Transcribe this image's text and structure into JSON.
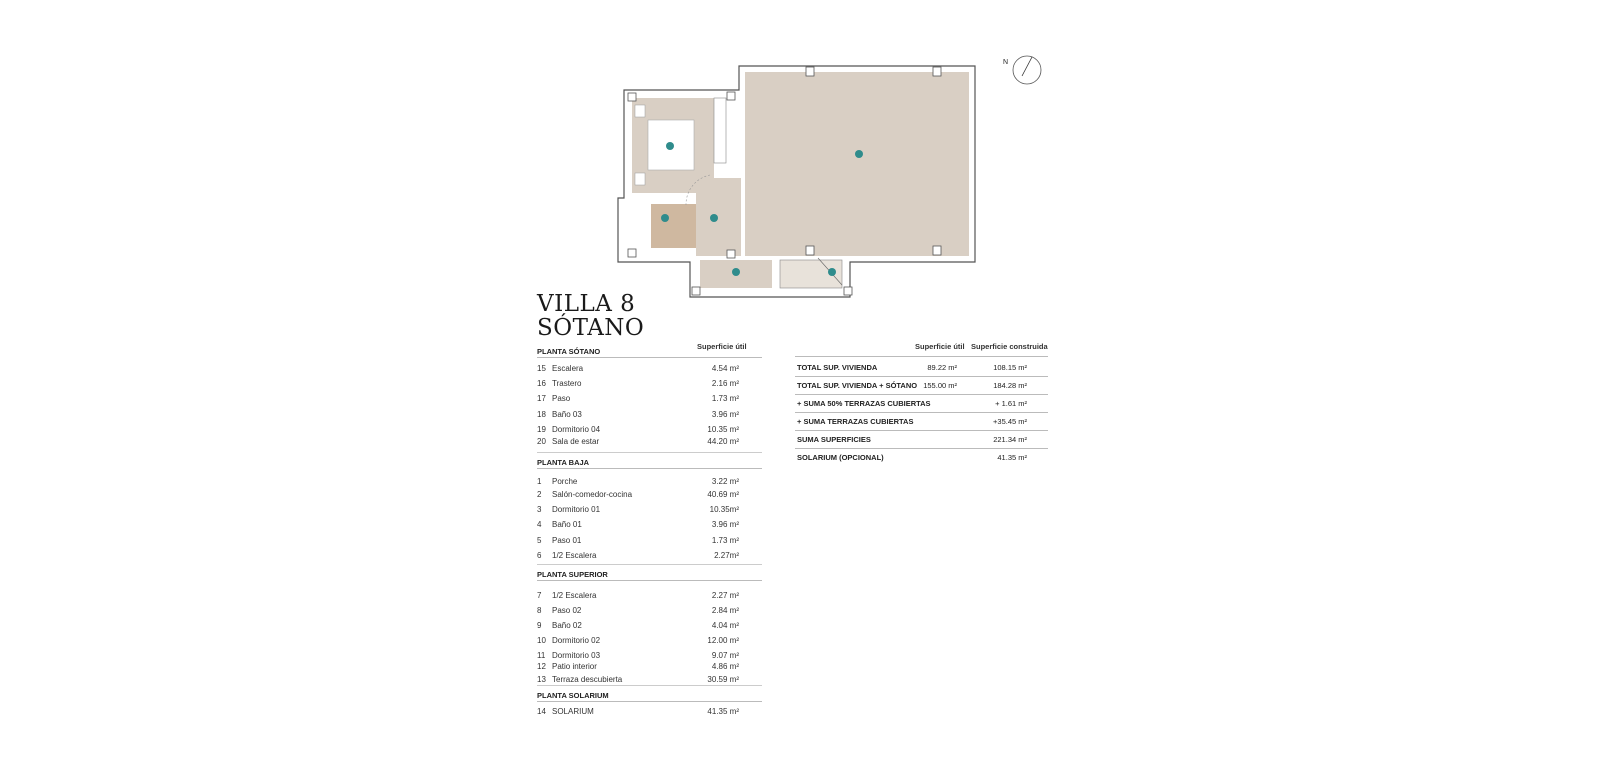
{
  "plan": {
    "north_label": "N",
    "rooms": [
      {
        "id": "15"
      },
      {
        "id": "16"
      },
      {
        "id": "17"
      },
      {
        "id": "18"
      },
      {
        "id": "19"
      },
      {
        "id": "20"
      }
    ],
    "colors": {
      "floor": "#d9cfc4",
      "bath": "#cfb8a0",
      "marker": "#2f8c8c",
      "wall": "#555555"
    }
  },
  "heading": {
    "line1": "VILLA 8",
    "line2": "SÓTANO"
  },
  "left_table": {
    "col_header": "Superficie útil",
    "sections": [
      {
        "title": "PLANTA SÓTANO",
        "rows": [
          {
            "n": "15",
            "name": "Escalera",
            "v": "4.54 m²"
          },
          {
            "n": "16",
            "name": "Trastero",
            "v": "2.16 m²"
          },
          {
            "n": "17",
            "name": "Paso",
            "v": "1.73 m²"
          },
          {
            "n": "18",
            "name": "Baño 03",
            "v": "3.96 m²"
          },
          {
            "n": "19",
            "name": "Dormitorio 04",
            "v": "10.35 m²"
          },
          {
            "n": "20",
            "name": "Sala de estar",
            "v": "44.20 m²"
          }
        ]
      },
      {
        "title": "PLANTA BAJA",
        "rows": [
          {
            "n": "1",
            "name": "Porche",
            "v": "3.22 m²"
          },
          {
            "n": "2",
            "name": "Salón-comedor-cocina",
            "v": "40.69 m²"
          },
          {
            "n": "3",
            "name": "Dormitorio 01",
            "v": "10.35m²"
          },
          {
            "n": "4",
            "name": "Baño 01",
            "v": "3.96 m²"
          },
          {
            "n": "5",
            "name": "Paso 01",
            "v": "1.73 m²"
          },
          {
            "n": "6",
            "name": "1/2 Escalera",
            "v": "2.27m²"
          }
        ]
      },
      {
        "title": "PLANTA SUPERIOR",
        "rows": [
          {
            "n": "7",
            "name": "1/2 Escalera",
            "v": "2.27 m²"
          },
          {
            "n": "8",
            "name": "Paso 02",
            "v": "2.84 m²"
          },
          {
            "n": "9",
            "name": "Baño 02",
            "v": "4.04 m²"
          },
          {
            "n": "10",
            "name": "Dormitorio 02",
            "v": "12.00 m²"
          },
          {
            "n": "11",
            "name": "Dormitorio 03",
            "v": "9.07 m²"
          },
          {
            "n": "12",
            "name": "Patio interior",
            "v": "4.86 m²"
          },
          {
            "n": "13",
            "name": "Terraza descubierta",
            "v": "30.59 m²"
          }
        ]
      },
      {
        "title": "PLANTA SOLARIUM",
        "rows": [
          {
            "n": "14",
            "name": "SOLARIUM",
            "v": "41.35 m²"
          }
        ]
      }
    ]
  },
  "right_table": {
    "col_util": "Superficie útil",
    "col_construida": "Superficie construida",
    "rows": [
      {
        "label": "TOTAL SUP. VIVIENDA",
        "util": "89.22 m²",
        "cons": "108.15 m²"
      },
      {
        "label": "TOTAL SUP. VIVIENDA + SÓTANO",
        "util": "155.00  m²",
        "cons": "184.28 m²"
      },
      {
        "label": "+ SUMA 50% TERRAZAS CUBIERTAS",
        "util": "",
        "cons": "+ 1.61 m²"
      },
      {
        "label": "+ SUMA TERRAZAS CUBIERTAS",
        "util": "",
        "cons": "+35.45 m²"
      },
      {
        "label": "SUMA SUPERFICIES",
        "util": "",
        "cons": "221.34 m²"
      },
      {
        "label": "SOLARIUM (OPCIONAL)",
        "util": "",
        "cons": "41.35 m²"
      }
    ]
  }
}
